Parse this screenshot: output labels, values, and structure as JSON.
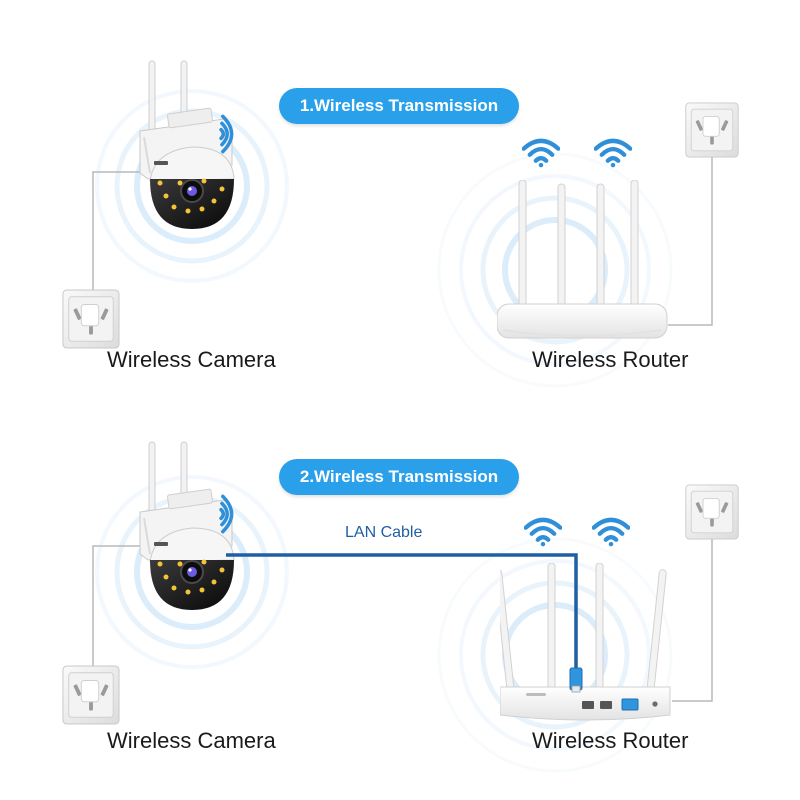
{
  "colors": {
    "accent": "#2aa0ea",
    "cable": "#1f5fa3",
    "lan_label": "#1f5fa3",
    "ripple": "#5aa9e6",
    "wire": "#b9b9b9"
  },
  "icons": [
    "wifi-icon",
    "power-outlet-icon",
    "camera-icon",
    "router-icon",
    "lan-plug-icon"
  ],
  "top_section": {
    "badge": "1.Wireless Transmission",
    "camera_label": "Wireless Camera",
    "router_label": "Wireless Router"
  },
  "bottom_section": {
    "badge": "2.Wireless Transmission",
    "camera_label": "Wireless Camera",
    "router_label": "Wireless Router",
    "cable_label": "LAN Cable"
  }
}
